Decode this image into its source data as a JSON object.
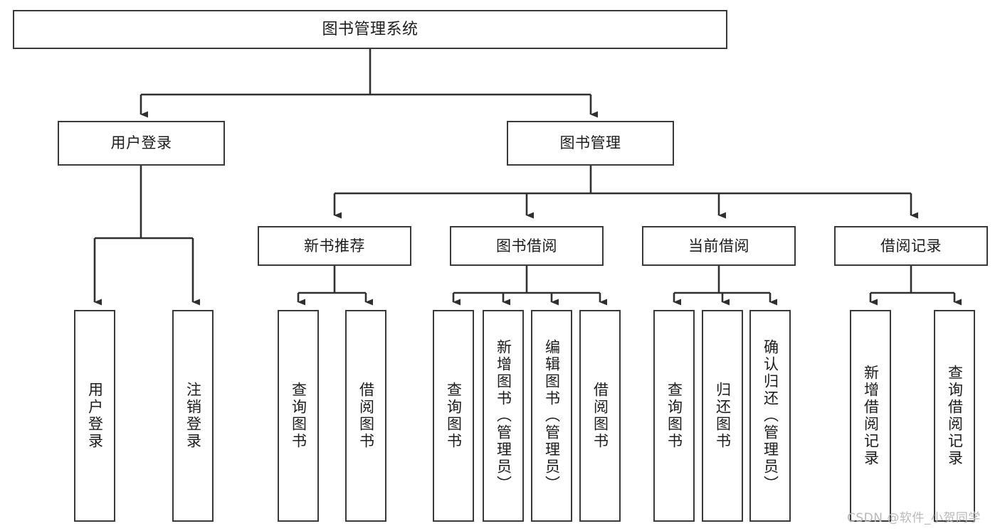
{
  "diagram": {
    "title": "图书管理系统",
    "type": "tree-hierarchy",
    "stroke_color": "#3a3a3a",
    "background_color": "#ffffff",
    "text_color": "#1c1c1c",
    "levels": {
      "root": {
        "label": "图书管理系统"
      },
      "level2": [
        {
          "label": "用户登录"
        },
        {
          "label": "图书管理"
        }
      ],
      "level3": [
        {
          "label": "新书推荐"
        },
        {
          "label": "图书借阅"
        },
        {
          "label": "当前借阅"
        },
        {
          "label": "借阅记录"
        }
      ],
      "leaves": [
        {
          "label": "用户登录",
          "parent": "用户登录"
        },
        {
          "label": "注销登录",
          "parent": "用户登录"
        },
        {
          "label": "查询图书",
          "parent": "新书推荐"
        },
        {
          "label": "借阅图书",
          "parent": "新书推荐"
        },
        {
          "label": "查询图书",
          "parent": "图书借阅"
        },
        {
          "label": "新增图书（管理员）",
          "parent": "图书借阅"
        },
        {
          "label": "编辑图书（管理员）",
          "parent": "图书借阅"
        },
        {
          "label": "借阅图书",
          "parent": "图书借阅"
        },
        {
          "label": "查询图书",
          "parent": "当前借阅"
        },
        {
          "label": "归还图书",
          "parent": "当前借阅"
        },
        {
          "label": "确认归还（管理员）",
          "parent": "当前借阅"
        },
        {
          "label": "新增借阅记录",
          "parent": "借阅记录"
        },
        {
          "label": "查询借阅记录",
          "parent": "借阅记录"
        }
      ]
    }
  },
  "watermark": {
    "text": "CSDN @软件_小贺同学"
  }
}
